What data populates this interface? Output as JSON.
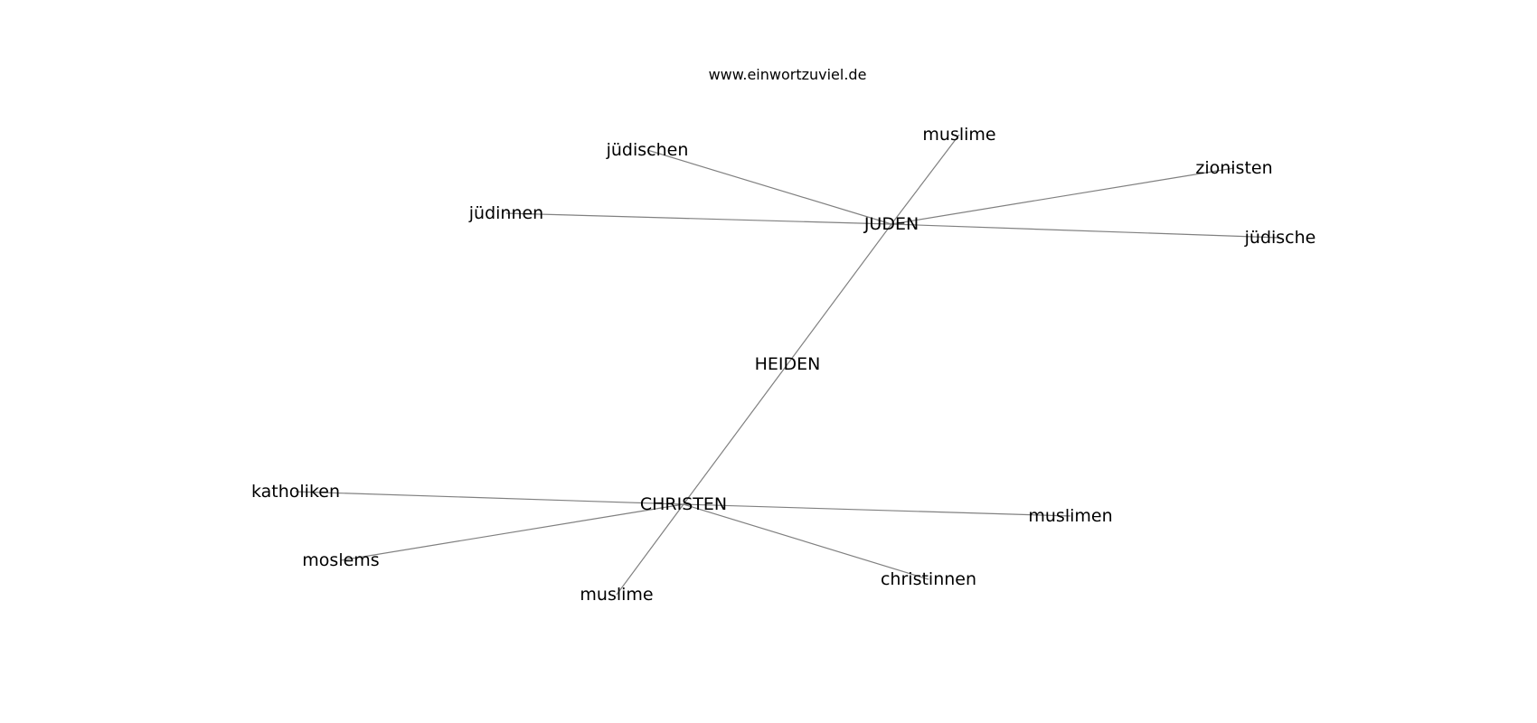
{
  "header": {
    "site": "www.einwortzuviel.de"
  },
  "graph": {
    "nodes": [
      {
        "id": "heiden",
        "label": "HEIDEN"
      },
      {
        "id": "juden",
        "label": "JUDEN"
      },
      {
        "id": "christen",
        "label": "CHRISTEN"
      },
      {
        "id": "muslime_1",
        "label": "muslime"
      },
      {
        "id": "juedischen",
        "label": "jüdischen"
      },
      {
        "id": "zionisten",
        "label": "zionisten"
      },
      {
        "id": "juedinnen",
        "label": "jüdinnen"
      },
      {
        "id": "juedische",
        "label": "jüdische"
      },
      {
        "id": "katholiken",
        "label": "katholiken"
      },
      {
        "id": "muslimen",
        "label": "muslimen"
      },
      {
        "id": "moslems",
        "label": "moslems"
      },
      {
        "id": "christinnen",
        "label": "christinnen"
      },
      {
        "id": "muslime_2",
        "label": "muslime"
      }
    ],
    "edges": [
      [
        "heiden",
        "juden"
      ],
      [
        "heiden",
        "christen"
      ],
      [
        "juden",
        "muslime_1"
      ],
      [
        "juden",
        "juedischen"
      ],
      [
        "juden",
        "zionisten"
      ],
      [
        "juden",
        "juedinnen"
      ],
      [
        "juden",
        "juedische"
      ],
      [
        "christen",
        "katholiken"
      ],
      [
        "christen",
        "muslimen"
      ],
      [
        "christen",
        "moslems"
      ],
      [
        "christen",
        "christinnen"
      ],
      [
        "christen",
        "muslime_2"
      ]
    ]
  }
}
